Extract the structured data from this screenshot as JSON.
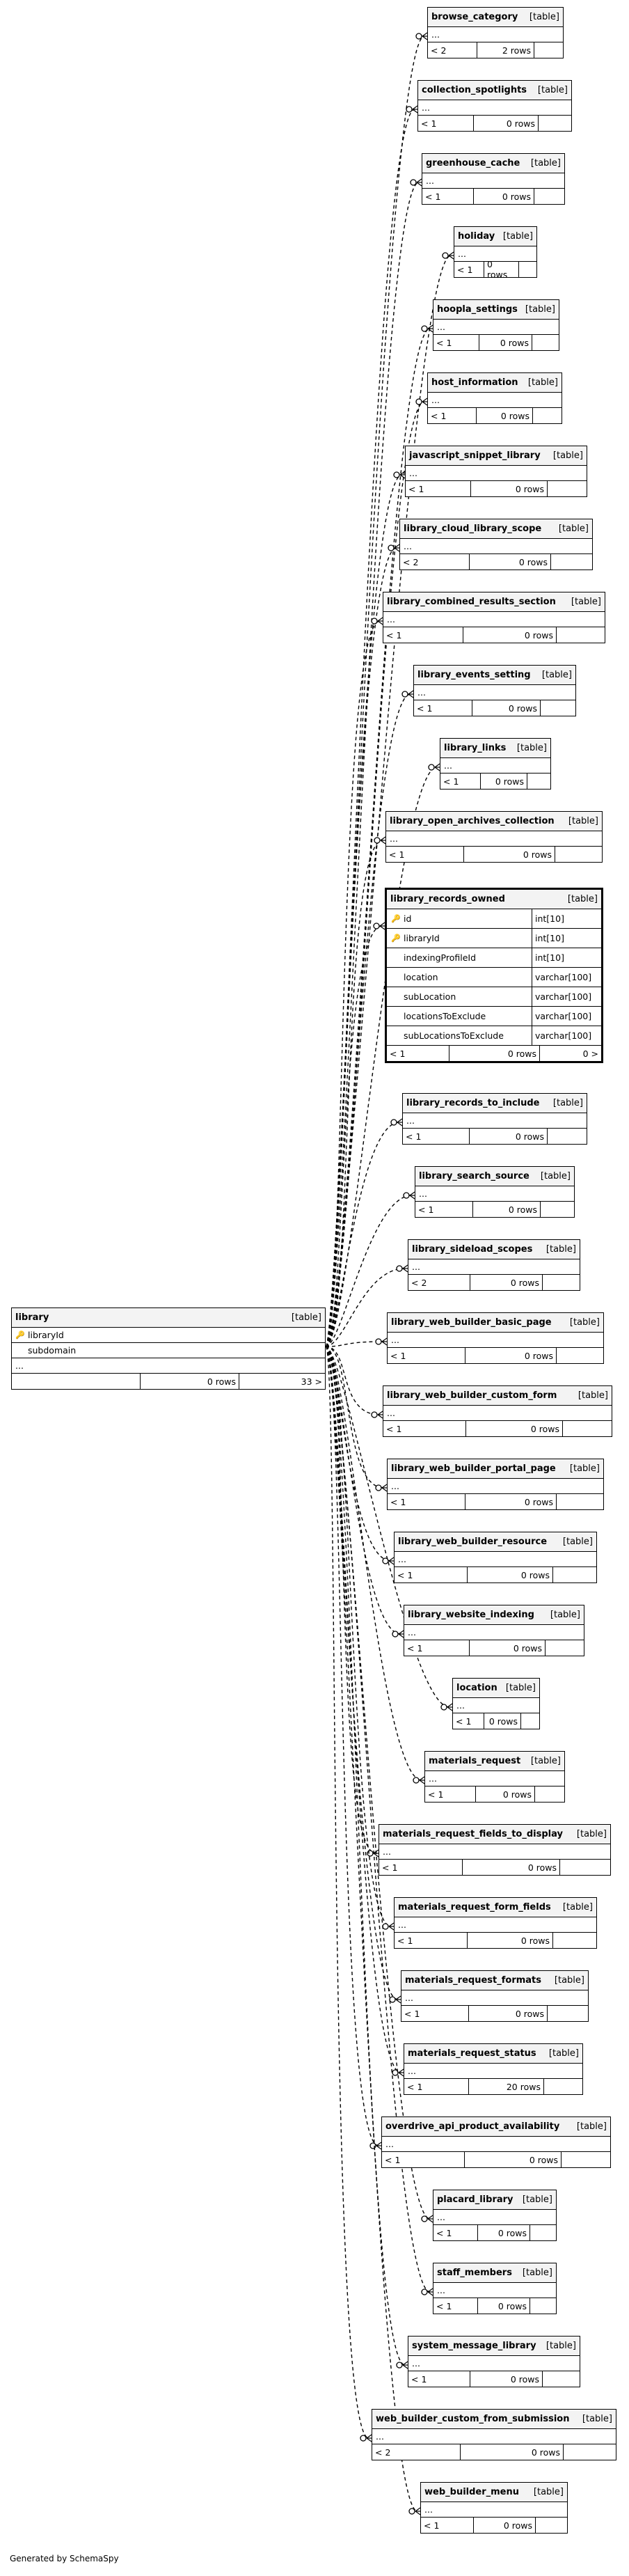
{
  "footer": "Generated by SchemaSpy",
  "library": {
    "name": "library",
    "type": "[table]",
    "columns": [
      {
        "name": "libraryId",
        "key": "primary"
      },
      {
        "name": "subdomain",
        "key": ""
      }
    ],
    "ellipsis": "...",
    "foot": [
      "",
      "0 rows",
      "33 >"
    ]
  },
  "records_owned": {
    "name": "library_records_owned",
    "type": "[table]",
    "columns": [
      {
        "name": "id",
        "type": "int[10]",
        "key": "primary"
      },
      {
        "name": "libraryId",
        "type": "int[10]",
        "key": "foreign"
      },
      {
        "name": "indexingProfileId",
        "type": "int[10]",
        "key": ""
      },
      {
        "name": "location",
        "type": "varchar[100]",
        "key": ""
      },
      {
        "name": "subLocation",
        "type": "varchar[100]",
        "key": ""
      },
      {
        "name": "locationsToExclude",
        "type": "varchar[100]",
        "key": ""
      },
      {
        "name": "subLocationsToExclude",
        "type": "varchar[100]",
        "key": ""
      }
    ],
    "foot": [
      "< 1",
      "0 rows",
      "0 >"
    ]
  },
  "tables": [
    {
      "name": "browse_category",
      "type": "[table]",
      "ellipsis": "...",
      "parents": "< 2",
      "rows": "2 rows"
    },
    {
      "name": "collection_spotlights",
      "type": "[table]",
      "ellipsis": "...",
      "parents": "< 1",
      "rows": "0 rows"
    },
    {
      "name": "greenhouse_cache",
      "type": "[table]",
      "ellipsis": "...",
      "parents": "< 1",
      "rows": "0 rows"
    },
    {
      "name": "holiday",
      "type": "[table]",
      "ellipsis": "...",
      "parents": "< 1",
      "rows": "0 rows"
    },
    {
      "name": "hoopla_settings",
      "type": "[table]",
      "ellipsis": "...",
      "parents": "< 1",
      "rows": "0 rows"
    },
    {
      "name": "host_information",
      "type": "[table]",
      "ellipsis": "...",
      "parents": "< 1",
      "rows": "0 rows"
    },
    {
      "name": "javascript_snippet_library",
      "type": "[table]",
      "ellipsis": "...",
      "parents": "< 1",
      "rows": "0 rows"
    },
    {
      "name": "library_cloud_library_scope",
      "type": "[table]",
      "ellipsis": "...",
      "parents": "< 2",
      "rows": "0 rows"
    },
    {
      "name": "library_combined_results_section",
      "type": "[table]",
      "ellipsis": "...",
      "parents": "< 1",
      "rows": "0 rows"
    },
    {
      "name": "library_events_setting",
      "type": "[table]",
      "ellipsis": "...",
      "parents": "< 1",
      "rows": "0 rows"
    },
    {
      "name": "library_links",
      "type": "[table]",
      "ellipsis": "...",
      "parents": "< 1",
      "rows": "0 rows"
    },
    {
      "name": "library_open_archives_collection",
      "type": "[table]",
      "ellipsis": "...",
      "parents": "< 1",
      "rows": "0 rows"
    },
    {
      "name": "library_records_to_include",
      "type": "[table]",
      "ellipsis": "...",
      "parents": "< 1",
      "rows": "0 rows"
    },
    {
      "name": "library_search_source",
      "type": "[table]",
      "ellipsis": "...",
      "parents": "< 1",
      "rows": "0 rows"
    },
    {
      "name": "library_sideload_scopes",
      "type": "[table]",
      "ellipsis": "...",
      "parents": "< 2",
      "rows": "0 rows"
    },
    {
      "name": "library_web_builder_basic_page",
      "type": "[table]",
      "ellipsis": "...",
      "parents": "< 1",
      "rows": "0 rows"
    },
    {
      "name": "library_web_builder_custom_form",
      "type": "[table]",
      "ellipsis": "...",
      "parents": "< 1",
      "rows": "0 rows"
    },
    {
      "name": "library_web_builder_portal_page",
      "type": "[table]",
      "ellipsis": "...",
      "parents": "< 1",
      "rows": "0 rows"
    },
    {
      "name": "library_web_builder_resource",
      "type": "[table]",
      "ellipsis": "...",
      "parents": "< 1",
      "rows": "0 rows"
    },
    {
      "name": "library_website_indexing",
      "type": "[table]",
      "ellipsis": "...",
      "parents": "< 1",
      "rows": "0 rows"
    },
    {
      "name": "location",
      "type": "[table]",
      "ellipsis": "...",
      "parents": "< 1",
      "rows": "0 rows"
    },
    {
      "name": "materials_request",
      "type": "[table]",
      "ellipsis": "...",
      "parents": "< 1",
      "rows": "0 rows"
    },
    {
      "name": "materials_request_fields_to_display",
      "type": "[table]",
      "ellipsis": "...",
      "parents": "< 1",
      "rows": "0 rows"
    },
    {
      "name": "materials_request_form_fields",
      "type": "[table]",
      "ellipsis": "...",
      "parents": "< 1",
      "rows": "0 rows"
    },
    {
      "name": "materials_request_formats",
      "type": "[table]",
      "ellipsis": "...",
      "parents": "< 1",
      "rows": "0 rows"
    },
    {
      "name": "materials_request_status",
      "type": "[table]",
      "ellipsis": "...",
      "parents": "< 1",
      "rows": "20 rows"
    },
    {
      "name": "overdrive_api_product_availability",
      "type": "[table]",
      "ellipsis": "...",
      "parents": "< 1",
      "rows": "0 rows"
    },
    {
      "name": "placard_library",
      "type": "[table]",
      "ellipsis": "...",
      "parents": "< 1",
      "rows": "0 rows"
    },
    {
      "name": "staff_members",
      "type": "[table]",
      "ellipsis": "...",
      "parents": "< 1",
      "rows": "0 rows"
    },
    {
      "name": "system_message_library",
      "type": "[table]",
      "ellipsis": "...",
      "parents": "< 1",
      "rows": "0 rows"
    },
    {
      "name": "web_builder_custom_from_submission",
      "type": "[table]",
      "ellipsis": "...",
      "parents": "< 2",
      "rows": "0 rows"
    },
    {
      "name": "web_builder_menu",
      "type": "[table]",
      "ellipsis": "...",
      "parents": "< 1",
      "rows": "0 rows"
    }
  ]
}
